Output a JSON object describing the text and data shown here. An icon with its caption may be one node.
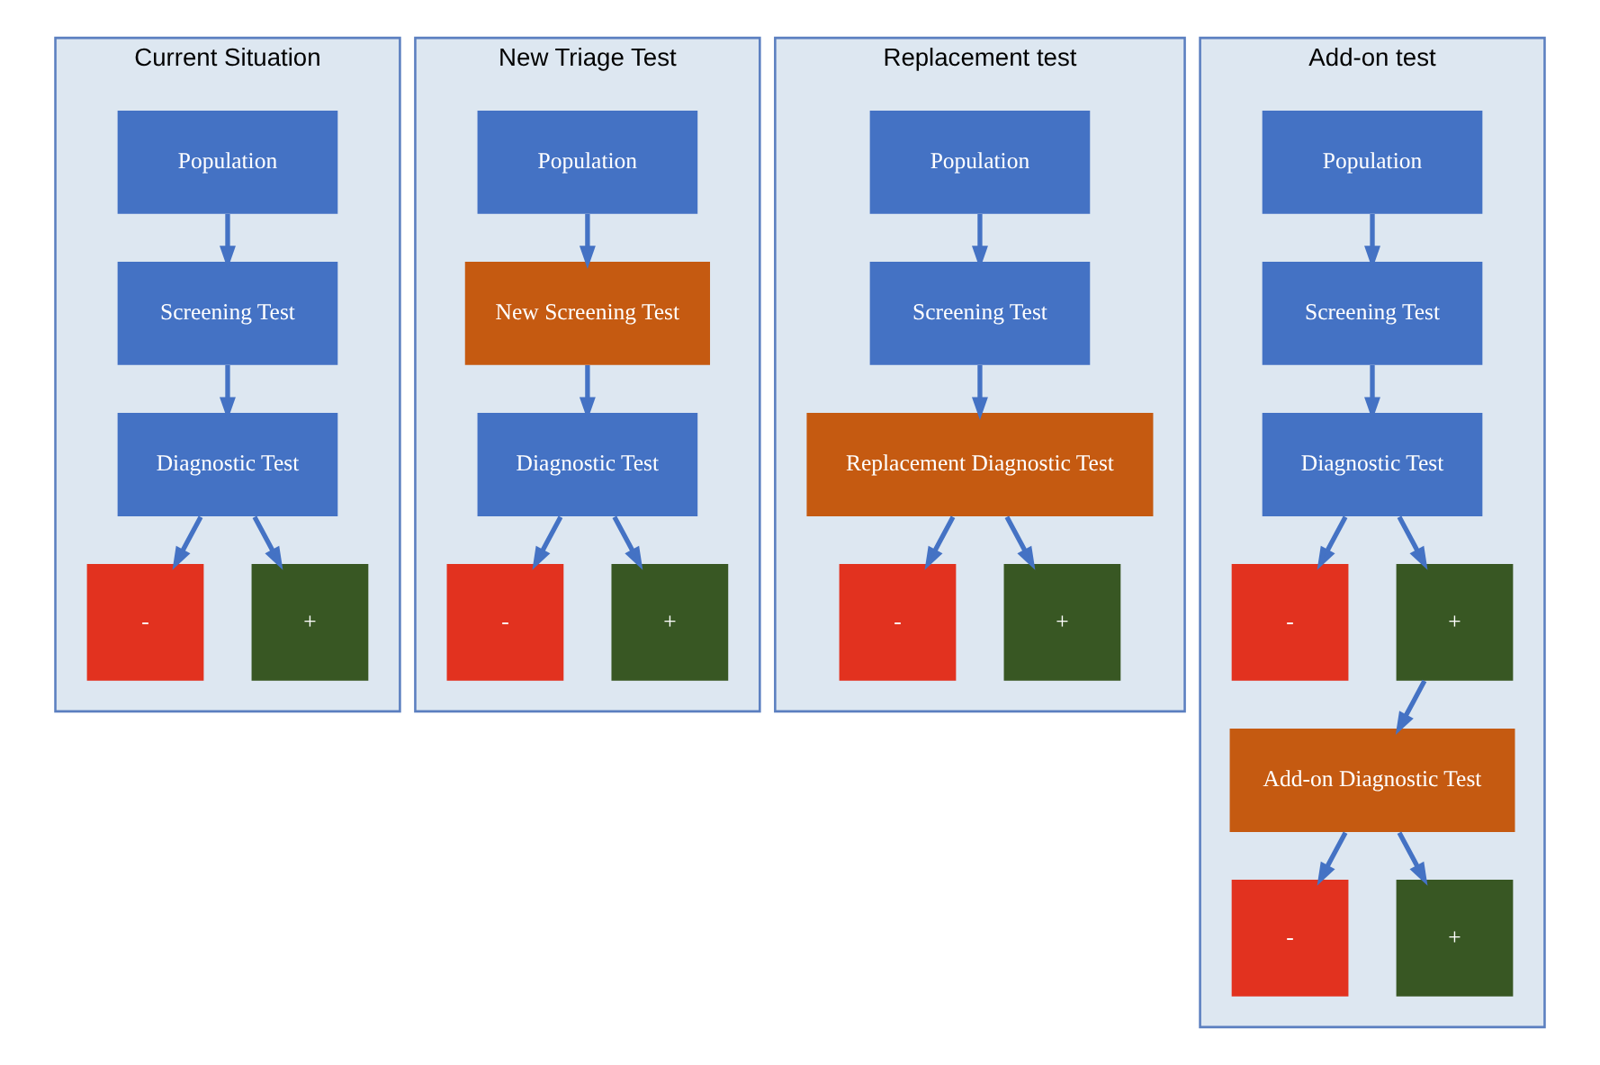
{
  "diagram": {
    "nodes": [
      {
        "text": [
          "Current Situation"
        ]
      },
      {
        "text": [
          "Population"
        ],
        "in": 0
      },
      {
        "text": [
          "Screening Test"
        ],
        "in": 0
      },
      {
        "text": [
          "Diagnostic Test"
        ],
        "in": 0
      },
      {
        "text": [
          "-"
        ],
        "in": 0
      },
      {
        "text": [
          "+"
        ],
        "in": 0
      },
      {
        "text": [
          "New Triage Test"
        ]
      },
      {
        "text": [
          "Population"
        ],
        "in": 6
      },
      {
        "text": [
          "New Screening Test"
        ],
        "in": 6
      },
      {
        "text": [
          "Diagnostic Test"
        ],
        "in": 6
      },
      {
        "text": [
          "-"
        ],
        "in": 6
      },
      {
        "text": [
          "+"
        ],
        "in": 6
      },
      {
        "text": [
          "Replacement test"
        ]
      },
      {
        "text": [
          "Population"
        ],
        "in": 12
      },
      {
        "text": [
          "Screening Test"
        ],
        "in": 12
      },
      {
        "text": [
          "Replacement Diagnostic Test"
        ],
        "in": 12
      },
      {
        "text": [
          "-"
        ],
        "in": 12
      },
      {
        "text": [
          "+"
        ],
        "in": 12
      },
      {
        "text": [
          "Add-on test"
        ]
      },
      {
        "text": [
          "Population"
        ],
        "in": 18
      },
      {
        "text": [
          "Screening Test"
        ],
        "in": 18
      },
      {
        "text": [
          "Diagnostic Test"
        ],
        "in": 18
      },
      {
        "text": [
          "-"
        ],
        "in": 18
      },
      {
        "text": [
          "+"
        ],
        "in": 18
      },
      {
        "text": [
          "Add-on Diagnostic Test"
        ],
        "in": 18
      },
      {
        "text": [
          "-"
        ],
        "in": 18
      },
      {
        "text": [
          "+"
        ],
        "in": 18
      }
    ],
    "edges": [
      {
        "from": 1,
        "to": 2,
        "arrow": "to"
      },
      {
        "from": 2,
        "to": 3,
        "arrow": "to"
      },
      {
        "from": 3,
        "to": 4,
        "arrow": "to"
      },
      {
        "from": 3,
        "to": 5,
        "arrow": "to"
      },
      {
        "from": 7,
        "to": 8,
        "arrow": "to"
      },
      {
        "from": 8,
        "to": 9,
        "arrow": "to"
      },
      {
        "from": 9,
        "to": 10,
        "arrow": "to"
      },
      {
        "from": 9,
        "to": 11,
        "arrow": "to"
      },
      {
        "from": 13,
        "to": 14,
        "arrow": "to"
      },
      {
        "from": 14,
        "to": 15,
        "arrow": "to"
      },
      {
        "from": 15,
        "to": 16,
        "arrow": "to"
      },
      {
        "from": 15,
        "to": 17,
        "arrow": "to"
      },
      {
        "from": 19,
        "to": 20,
        "arrow": "to"
      },
      {
        "from": 20,
        "to": 21,
        "arrow": "to"
      },
      {
        "from": 21,
        "to": 22,
        "arrow": "to"
      },
      {
        "from": 21,
        "to": 23,
        "arrow": "to"
      },
      {
        "from": 23,
        "to": 24,
        "arrow": "to"
      },
      {
        "from": 24,
        "to": 25,
        "arrow": "to"
      },
      {
        "from": 24,
        "to": 26,
        "arrow": "to"
      }
    ]
  }
}
